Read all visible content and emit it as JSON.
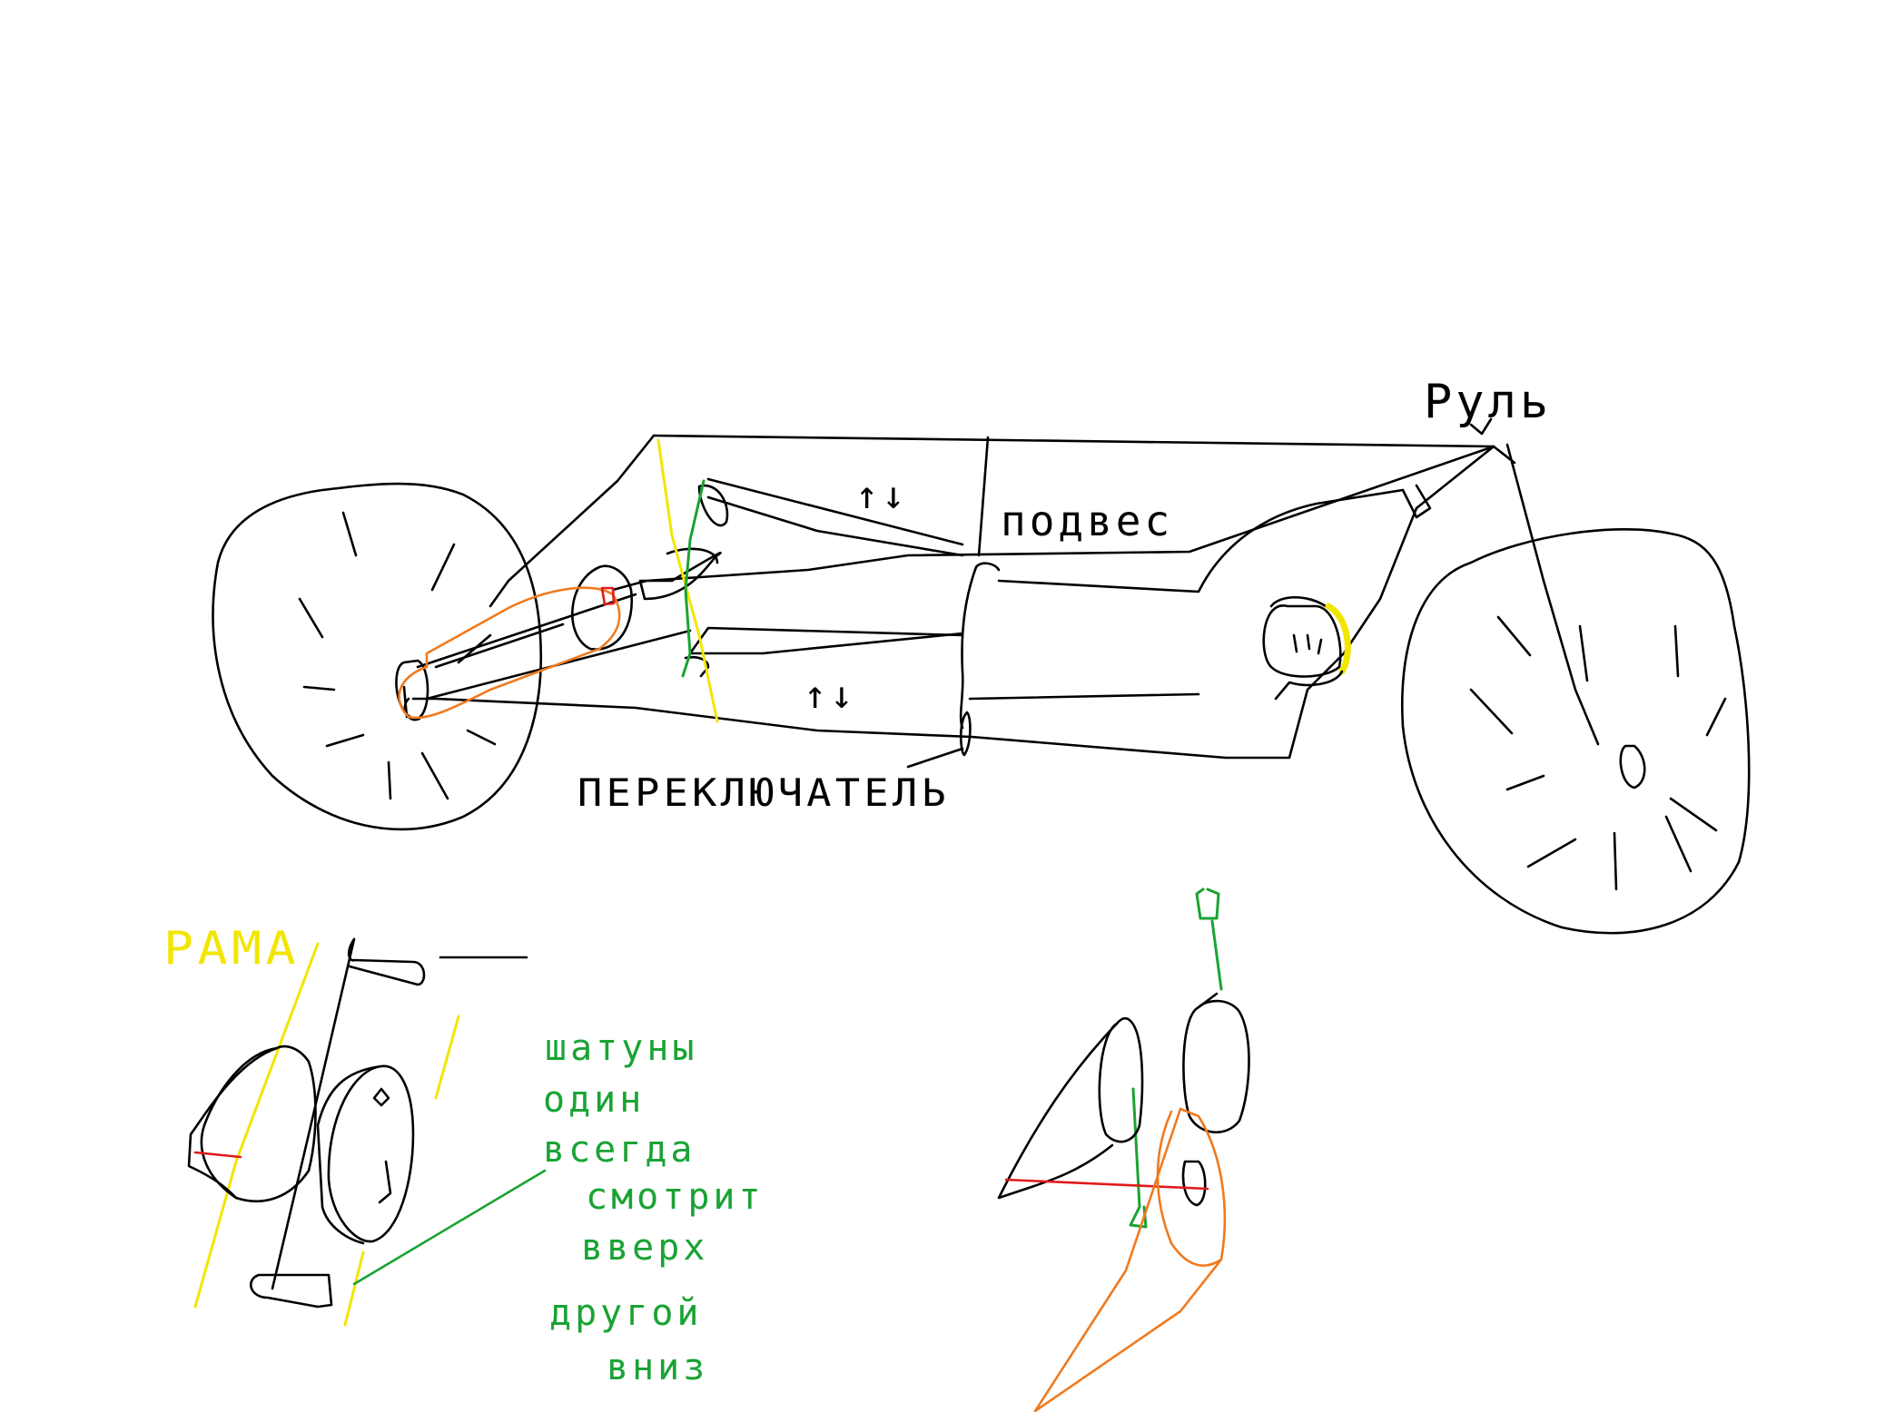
{
  "colors": {
    "ink": "#000000",
    "frame": "#f2e600",
    "crank": "#1aa334",
    "chain_guard": "#f07a1e",
    "axis": "#e01b1b",
    "helmet": "#f2e600",
    "background": "#ffffff"
  },
  "labels": {
    "steering": "Руль",
    "suspension": "подвес",
    "shifter": "ПЕРЕКЛЮЧАТЕЛЬ",
    "frame": "РАМА",
    "arrows_upper": "↑↓",
    "arrows_lower": "↑↓"
  },
  "note": {
    "lines": [
      "шатуны",
      "один",
      "всегда",
      "смотрит",
      "вверх",
      "другой",
      "вниз"
    ]
  },
  "icons": {
    "rear_wheel": "wheel-icon",
    "front_wheel": "wheel-icon",
    "rider_head": "head-icon"
  }
}
